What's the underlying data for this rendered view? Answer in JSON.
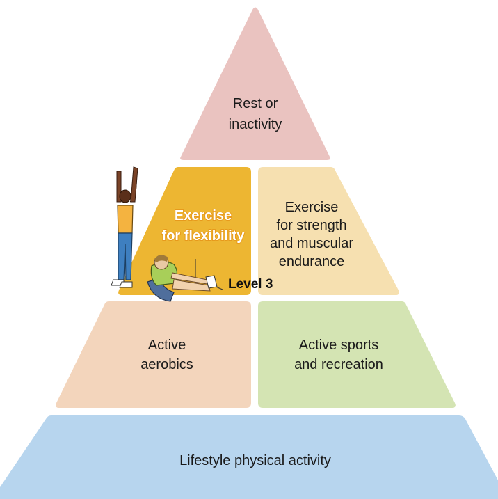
{
  "pyramid": {
    "top": {
      "line1": "Rest or",
      "line2": "inactivity",
      "color": "#eac3c0"
    },
    "level3": {
      "flexibility": {
        "line1": "Exercise",
        "line2": "for flexibility",
        "color": "#edb632"
      },
      "strength": {
        "line1": "Exercise",
        "line2": "for strength",
        "line3": "and muscular",
        "line4": "endurance",
        "color": "#f6e0b0"
      },
      "level_label": "Level 3"
    },
    "level2": {
      "aerobics": {
        "line1": "Active",
        "line2": "aerobics",
        "color": "#f3d5bc"
      },
      "sports": {
        "line1": "Active sports",
        "line2": "and recreation",
        "color": "#d4e4b3"
      }
    },
    "base": {
      "label": "Lifestyle physical activity",
      "color": "#b7d5ee"
    }
  },
  "figures": {
    "standing_stretch": "person-stretching-arms-up",
    "seated_stretch": "person-seated-hamstring-stretch"
  }
}
